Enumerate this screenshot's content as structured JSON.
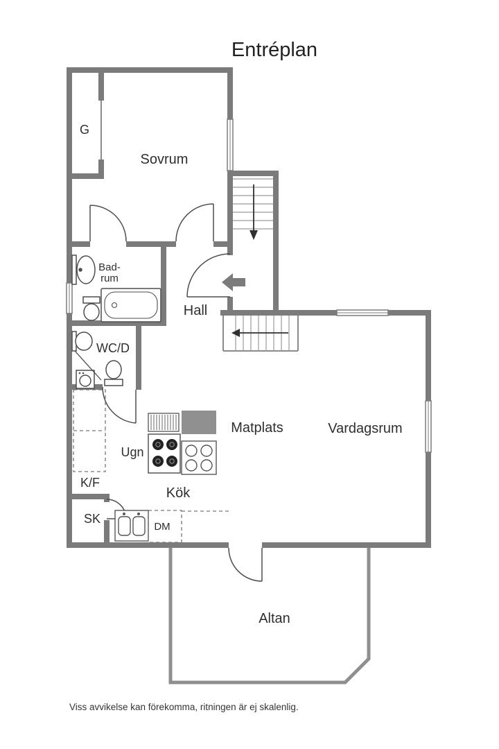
{
  "title": "Entréplan",
  "labels": {
    "g": "G",
    "sovrum": "Sovrum",
    "badrum": {
      "line1": "Bad-",
      "line2": "rum"
    },
    "hall": "Hall",
    "wcd": "WC/D",
    "matplats": "Matplats",
    "vardagsrum": "Vardagsrum",
    "ugn": "Ugn",
    "kok": "Kök",
    "kf": "K/F",
    "sk": "SK",
    "dm": "DM",
    "altan": "Altan"
  },
  "disclaimer": "Viss avvikelse kan förekomma, ritningen är ej skalenlig.",
  "icons": {
    "entry_arrow": "entry-direction-arrow",
    "stairs_down_arrow": "stairs-down-arrow",
    "stairs_lower_arrow": "stairs-lower-arrow"
  },
  "colors": {
    "wall": "#7b7b7b",
    "fixture": "#4d4d4d",
    "stair_tread": "#9a9a9a",
    "text": "#2e2e2e",
    "background": "#ffffff"
  }
}
